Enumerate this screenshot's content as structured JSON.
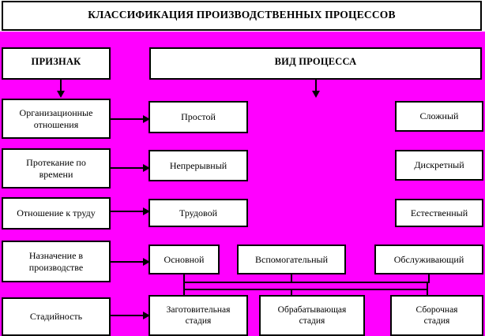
{
  "title": {
    "text": "КЛАССИФИКАЦИЯ ПРОИЗВОДСТВЕННЫХ ПРОЦЕССОВ"
  },
  "headers": {
    "criterion": "ПРИЗНАК",
    "process_kind": "ВИД ПРОЦЕССА"
  },
  "colors": {
    "background": "#ff00ff",
    "box_fill": "#ffffff",
    "box_border": "#000000",
    "text": "#000000"
  },
  "rows": [
    {
      "criterion": "Организационные\nотношения",
      "values": [
        "Простой",
        "",
        "Сложный"
      ]
    },
    {
      "criterion": "Протекание по\nвремени",
      "values": [
        "Непрерывный",
        "",
        "Дискретный"
      ]
    },
    {
      "criterion": "Отношение к труду",
      "values": [
        "Трудовой",
        "",
        "Естественный"
      ]
    },
    {
      "criterion": "Назначение в\nпроизводстве",
      "values": [
        "Основной",
        "Вспомогательный",
        "Обслуживающий"
      ]
    },
    {
      "criterion": "Стадийность",
      "values": [
        "Заготовительная\nстадия",
        "Обрабатывающая\nстадия",
        "Сборочная\nстадия"
      ]
    }
  ]
}
